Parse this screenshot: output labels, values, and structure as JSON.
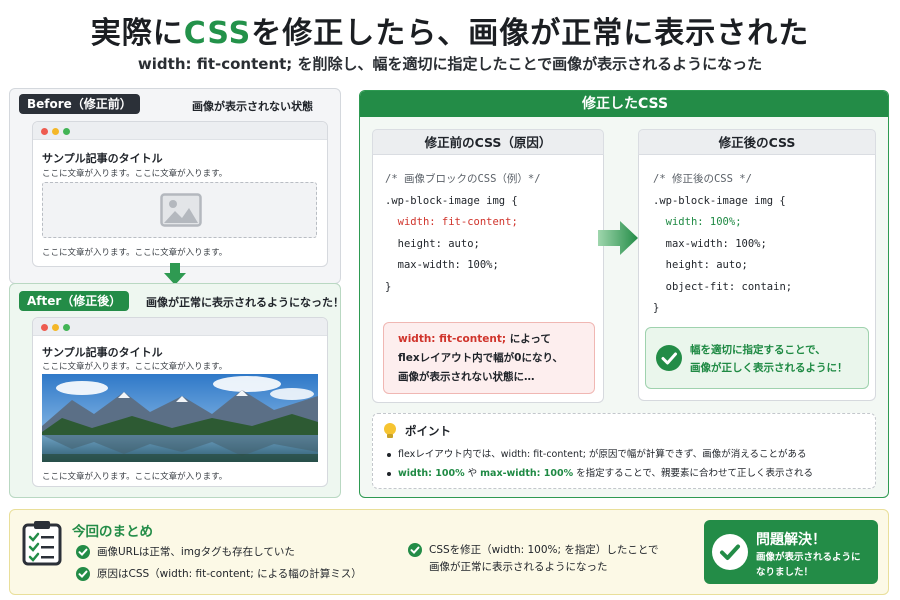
{
  "header": {
    "title_part1": "実際に",
    "title_highlight": "CSS",
    "title_part2": "を修正したら、画像が正常に表示された",
    "subtitle": "width: fit-content; を削除し、幅を適切に指定したことで画像が表示されるようになった"
  },
  "before": {
    "tag": "Before（修正前）",
    "status": "画像が表示されない状態",
    "article_title": "サンプル記事のタイトル",
    "text_top": "ここに文章が入ります。ここに文章が入ります。",
    "text_bottom": "ここに文章が入ります。ここに文章が入ります。",
    "image_icon": "image-placeholder-icon"
  },
  "after": {
    "tag": "After（修正後）",
    "status": "画像が正常に表示されるようになった！",
    "article_title": "サンプル記事のタイトル",
    "text_top": "ここに文章が入ります。ここに文章が入ります。",
    "text_bottom": "ここに文章が入ります。ここに文章が入ります。"
  },
  "right_panel": {
    "title": "修正したCSS",
    "before_css": {
      "heading": "修正前のCSS（原因）",
      "comment": "/* 画像ブロックのCSS（例）*/",
      "selector": ".wp-block-image img {",
      "line1": "width: fit-content;",
      "line2": "height: auto;",
      "line3": "max-width: 100%;",
      "close": "}",
      "note_red": "width: fit-content;",
      "note_line1_tail": " によって",
      "note_line2": "flexレイアウト内で幅が0になり、",
      "note_line3": "画像が表示されない状態に…"
    },
    "after_css": {
      "heading": "修正後のCSS",
      "comment": "/* 修正後のCSS */",
      "selector": ".wp-block-image img {",
      "line1": "width: 100%;",
      "line2": "max-width: 100%;",
      "line3": "height: auto;",
      "line4": "object-fit: contain;",
      "close": "}",
      "note_line1": "幅を適切に指定することで、",
      "note_line2": "画像が正しく表示されるように！"
    },
    "point": {
      "title": "ポイント",
      "item1": "flexレイアウト内では、width: fit-content; が原因で幅が計算できず、画像が消えることがある",
      "item2_a": "width: 100%",
      "item2_b": " や ",
      "item2_c": "max-width: 100%",
      "item2_d": " を指定することで、親要素に合わせて正しく表示される"
    }
  },
  "summary": {
    "title": "今回のまとめ",
    "item1": "画像URLは正常、imgタグも存在していた",
    "item2": "原因はCSS（width: fit-content; による幅の計算ミス）",
    "item3_line1": "CSSを修正（width: 100%; を指定）したことで",
    "item3_line2": "画像が正常に表示されるようになった"
  },
  "solved": {
    "title": "問題解決！",
    "line1": "画像が表示されるように",
    "line2": "なりました！"
  },
  "colors": {
    "accent_green": "#238c47",
    "error_red": "#d0342c",
    "dark_tag": "#2b3038"
  }
}
